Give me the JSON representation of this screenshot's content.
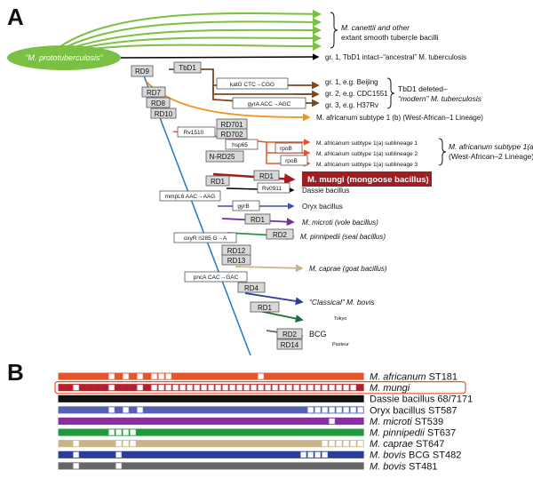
{
  "panel_a": {
    "label": "A",
    "root": "“M. prototuberculosis”",
    "smooth_group": [
      "M. canettii and other",
      "extant smooth tubercle bacilli"
    ],
    "gr1_intact": "gr. 1, TbD1 intact–“ancestral” M. tuberculosis",
    "tbd1_deleted_groups": [
      "gr. 1, e.g. Beijing",
      "gr. 2, e.g. CDC1551",
      "gr. 3, e.g. H37Rv"
    ],
    "tbd1_deleted_note": [
      "TbD1 deleted–",
      "“modern” M. tuberculosis"
    ],
    "africanum_1b": "M. africanum subtype 1 (b) (West-African–1 Lineage)",
    "sublineages": [
      "M. africanum subtype 1(a) sublineage 1",
      "M. africanum subtype 1(a) sublineage 2",
      "M. africanum subtype 1(a) sublineage 3"
    ],
    "africanum_1a_note": [
      "M. africanum subtype 1(a)",
      "(West-African–2 Lineage)"
    ],
    "mungi_label": "M. mungi (mongoose bacillus)",
    "dassie": "Dassie bacillus",
    "oryx": "Oryx bacillus",
    "microti": "M. microti (vole bacillus)",
    "pinnipedii": "M. pinnipedii (seal bacillus)",
    "caprae": "M. caprae (goat bacillus)",
    "bovis": "“Classical” M. bovis",
    "bcg": "BCG",
    "tokyo": "Tokyo",
    "pasteur": "Pasteur",
    "boxes": {
      "rd9": "RD9",
      "tbd1": "TbD1",
      "rd7": "RD7",
      "rd8": "RD8",
      "rd10": "RD10",
      "rd701": "RD701",
      "rd702": "RD702",
      "rv1510": "Rv1510",
      "hsp65": "hsp65",
      "rpob3183": "rpoB",
      "rpob3249": "rpoB",
      "nrd25": "N-RD25",
      "rd1das": "RD1",
      "rd1mun": "RD1",
      "rv0911": "Rv0911",
      "mmpl6": "mmpL6 AAC→AAG",
      "gyrb": "gyrB",
      "rd1mic": "RD1",
      "rd2seal": "RD2",
      "oxyr": "oxyR n285 G→A",
      "rd12": "RD12",
      "rd13": "RD13",
      "pnca": "pncA CAC→GAC",
      "rd4": "RD4",
      "rd1bcg": "RD1",
      "rd2": "RD2",
      "rd14": "RD14",
      "katg": "katG CTC→CGG",
      "gyra": "gyrA ACC→AGC"
    }
  },
  "panel_b": {
    "label": "B",
    "rows": [
      {
        "name": "M. africanum",
        "suffix": " ST181",
        "italic": true,
        "color": "#e8552b"
      },
      {
        "name": "M. mungi",
        "suffix": "",
        "italic": true,
        "color": "#b5202a"
      },
      {
        "name": "Dassie bacillus 68/7171",
        "suffix": "",
        "italic": false,
        "color": "#111111"
      },
      {
        "name": "Oryx bacillus",
        "suffix": " ST587",
        "italic": false,
        "color": "#5561b5"
      },
      {
        "name": "M. microti",
        "suffix": " ST539",
        "italic": true,
        "color": "#8a2fa0"
      },
      {
        "name": "M. pinnipedii",
        "suffix": " ST637",
        "italic": true,
        "color": "#1e9a3a"
      },
      {
        "name": "M. caprae",
        "suffix": " ST647",
        "italic": true,
        "color": "#c9b48a"
      },
      {
        "name": "M. bovis",
        "suffix": " BCG ST482",
        "italic": true,
        "color": "#2a3d9a"
      },
      {
        "name": "M. bovis",
        "suffix": " ST481",
        "italic": true,
        "color": "#666666"
      }
    ]
  }
}
